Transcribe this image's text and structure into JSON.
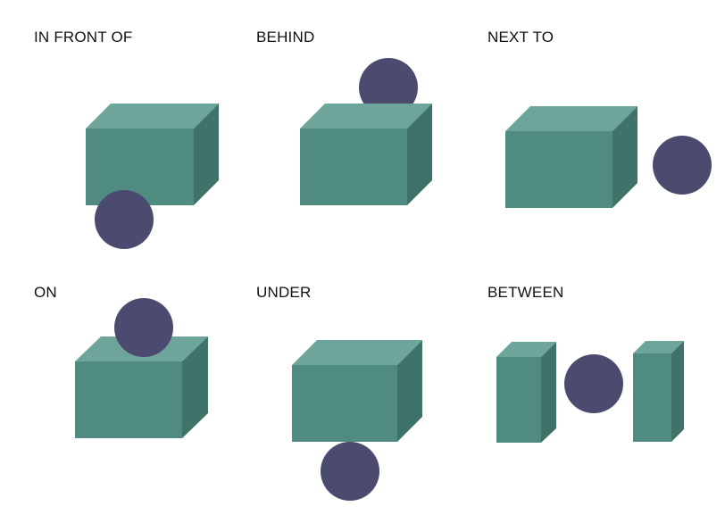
{
  "colors": {
    "box_front": "#4f8b80",
    "box_top": "#6ea59a",
    "box_side": "#3f7268",
    "ball": "#4a4b6e"
  },
  "panels": [
    {
      "id": "in-front-of",
      "label": "IN FRONT OF"
    },
    {
      "id": "behind",
      "label": "BEHIND"
    },
    {
      "id": "next-to",
      "label": "NEXT TO"
    },
    {
      "id": "on",
      "label": "ON"
    },
    {
      "id": "under",
      "label": "UNDER"
    },
    {
      "id": "between",
      "label": "BETWEEN"
    }
  ]
}
